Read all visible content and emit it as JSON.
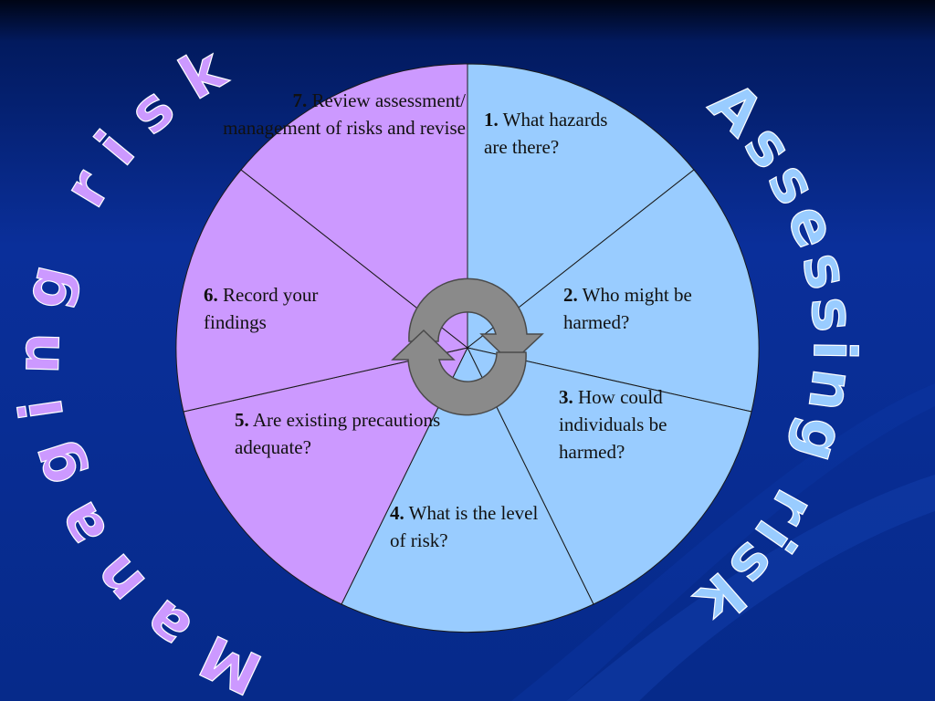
{
  "arcs": {
    "left": "Managing risk",
    "right": "Assessing risk"
  },
  "steps": [
    {
      "num": "1.",
      "text": "What hazards are there?"
    },
    {
      "num": "2.",
      "text": "Who might be harmed?"
    },
    {
      "num": "3.",
      "text": "How could individuals be harmed?"
    },
    {
      "num": "4.",
      "text": "What is the level of risk?"
    },
    {
      "num": "5.",
      "text": "Are existing precautions adequate?"
    },
    {
      "num": "6.",
      "text": "Record your findings"
    },
    {
      "num": "7.",
      "text": "Review assessment/ management of risks and revise"
    }
  ],
  "center_icon": "cycle-arrows-icon",
  "colors": {
    "assessing": "#99ccff",
    "managing": "#cc99ff",
    "arc_managing_text": "#cc99ff",
    "arc_assessing_text": "#99ccff",
    "background": "#062b8f"
  }
}
